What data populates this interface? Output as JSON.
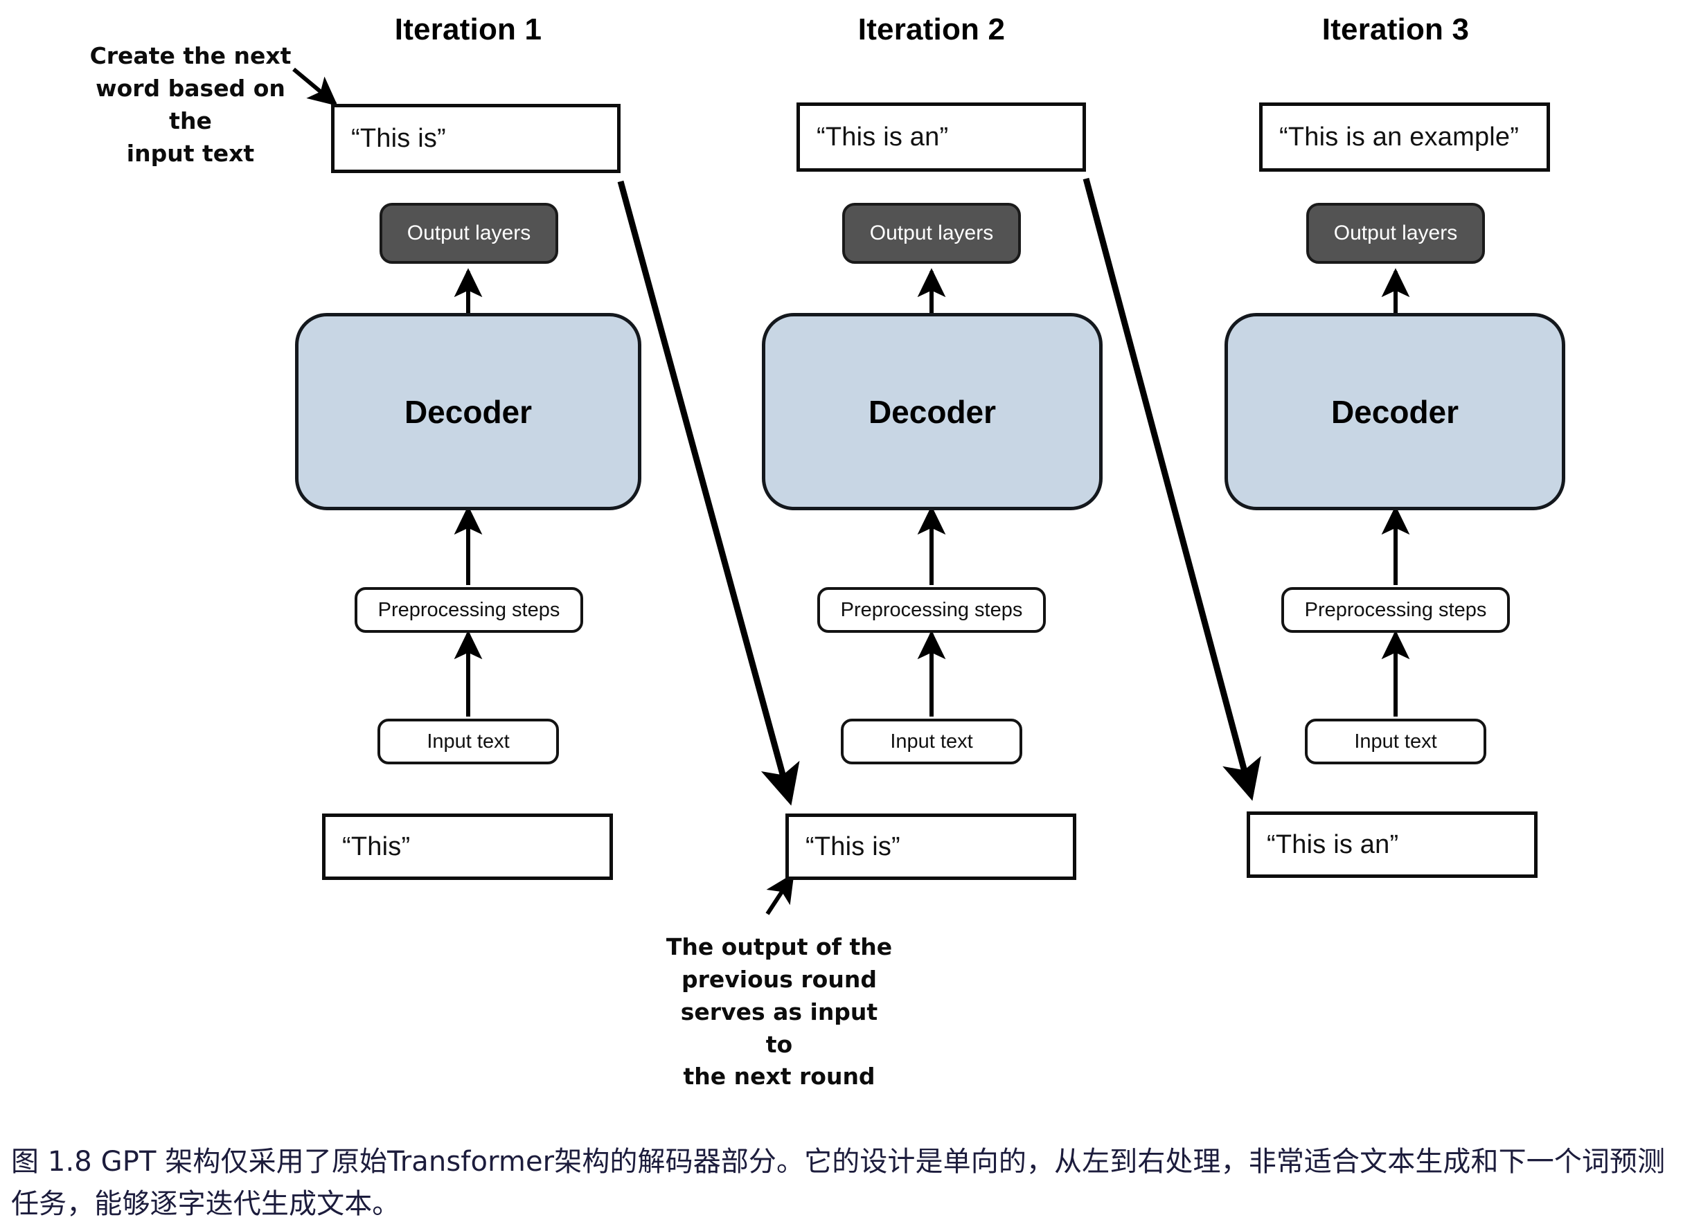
{
  "figure": {
    "caption": "图 1.8  GPT 架构仅采用了原始Transformer架构的解码器部分。它的设计是单向的，从左到右处理，非常适合文本生成和下一个词预测任务，能够逐字迭代生成文本。",
    "caption_color": "#1c1c3c",
    "background": "#ffffff"
  },
  "palette": {
    "decoder_fill": "#c8d6e4",
    "output_layers_fill": "#535353",
    "output_layers_text": "#ffffff",
    "box_border": "#0d0d0d",
    "arrow_color": "#000000"
  },
  "annotations": {
    "top_left": "Create the next\nword based on the\ninput text",
    "bottom_middle": "The output of the\nprevious round\nserves as input to\nthe next round"
  },
  "columns": [
    {
      "title": "Iteration 1",
      "output_text": "“This is”",
      "output_layers_label": "Output layers",
      "decoder_label": "Decoder",
      "preprocessing_label": "Preprocessing steps",
      "input_node_label": "Input text",
      "input_text": "“This”"
    },
    {
      "title": "Iteration 2",
      "output_text": "“This is an”",
      "output_layers_label": "Output layers",
      "decoder_label": "Decoder",
      "preprocessing_label": "Preprocessing steps",
      "input_node_label": "Input text",
      "input_text": "“This is”"
    },
    {
      "title": "Iteration 3",
      "output_text": "“This is an example”",
      "output_layers_label": "Output layers",
      "decoder_label": "Decoder",
      "preprocessing_label": "Preprocessing steps",
      "input_node_label": "Input text",
      "input_text": "“This is an”"
    }
  ],
  "chart_data": {
    "type": "diagram",
    "title": "GPT decoder-only iterative generation",
    "nodes_per_column": [
      "output sentence box",
      "Output layers",
      "Decoder",
      "Preprocessing steps",
      "Input text",
      "input sentence box"
    ],
    "flow": "input text -> preprocessing steps -> decoder -> output layers -> output sentence; output sentence of iteration N becomes input sentence of iteration N+1"
  }
}
